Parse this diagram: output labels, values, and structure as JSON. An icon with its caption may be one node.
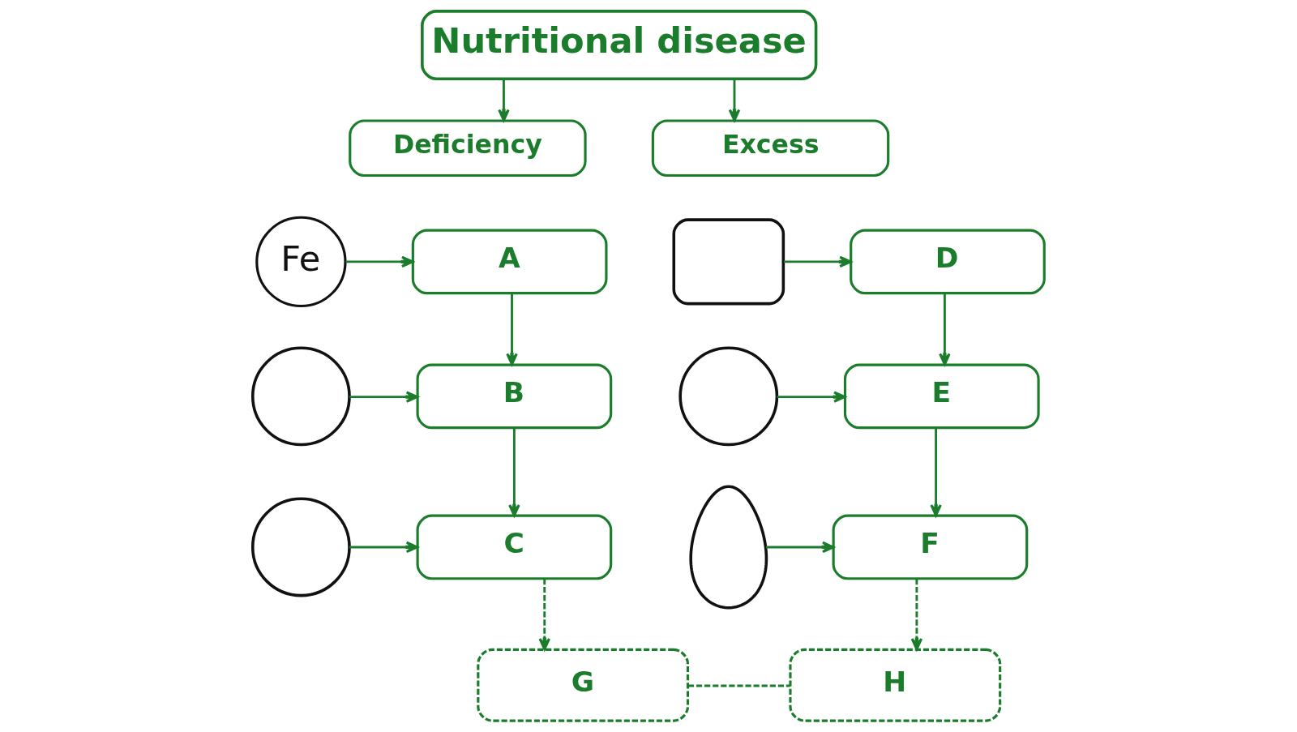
{
  "diagram": {
    "nodes": [
      {
        "text": [
          "Nutritional disease"
        ]
      },
      {
        "text": [
          "Deficiency"
        ]
      },
      {
        "text": [
          "Excess"
        ]
      },
      {
        "text": [
          "Fe"
        ]
      },
      {
        "text": [
          "A"
        ]
      },
      {
        "text": [],
        "shape": "circle"
      },
      {
        "text": [
          "B"
        ]
      },
      {
        "text": [],
        "shape": "circle"
      },
      {
        "text": [
          "C"
        ]
      },
      {
        "text": [],
        "shape": "box"
      },
      {
        "text": [
          "D"
        ]
      },
      {
        "text": [],
        "shape": "circle"
      },
      {
        "text": [
          "E"
        ]
      },
      {
        "text": [],
        "shape": "person"
      },
      {
        "text": [
          "F"
        ]
      },
      {
        "text": [
          "G"
        ]
      },
      {
        "text": [
          "H"
        ]
      }
    ],
    "edges": [
      {
        "from": 0,
        "to": 1,
        "arrow": "to"
      },
      {
        "from": 0,
        "to": 2,
        "arrow": "to"
      },
      {
        "from": 3,
        "to": 4,
        "arrow": "to"
      },
      {
        "from": 4,
        "to": 6,
        "arrow": "to"
      },
      {
        "from": 5,
        "to": 6,
        "arrow": "to"
      },
      {
        "from": 6,
        "to": 8,
        "arrow": "to"
      },
      {
        "from": 7,
        "to": 8,
        "arrow": "to"
      },
      {
        "from": 8,
        "to": 15,
        "arrow": "to",
        "style": "dashed"
      },
      {
        "from": 9,
        "to": 10,
        "arrow": "to"
      },
      {
        "from": 10,
        "to": 12,
        "arrow": "to"
      },
      {
        "from": 11,
        "to": 12,
        "arrow": "to"
      },
      {
        "from": 12,
        "to": 14,
        "arrow": "to"
      },
      {
        "from": 13,
        "to": 14,
        "arrow": "to"
      },
      {
        "from": 14,
        "to": 16,
        "arrow": "to",
        "style": "dashed"
      },
      {
        "from": 15,
        "to": 16,
        "arrow": "none",
        "style": "dashed"
      }
    ]
  }
}
